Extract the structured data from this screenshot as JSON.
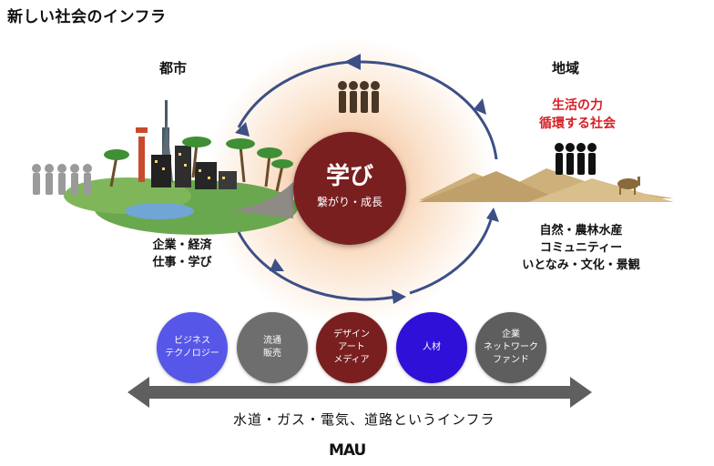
{
  "title": "新しい社会のインフラ",
  "city": {
    "heading": "都市",
    "items": "企業・経済\n仕事・学び"
  },
  "region": {
    "heading": "地域",
    "highlight": "生活の力\n循環する社会",
    "items": "自然・農林水産\nコミュニティー\nいとなみ・文化・景観"
  },
  "center": {
    "main": "学び",
    "sub": "繋がり・成長"
  },
  "bubbles": [
    {
      "label": "ビジネス\nテクノロジー",
      "color": "#5656e8"
    },
    {
      "label": "流通\n販売",
      "color": "#6e6e6e"
    },
    {
      "label": "デザイン\nアート\nメディア",
      "color": "#7a1f1f"
    },
    {
      "label": "人材",
      "color": "#2f10d8"
    },
    {
      "label": "企業\nネットワーク\nファンド",
      "color": "#5e5e5e"
    }
  ],
  "infrastructure": "水道・ガス・電気、道路というインフラ",
  "logo": "MAU",
  "colors": {
    "cycle_arrow": "#3d4f86",
    "center": "#7a1f1f",
    "highlight": "#d61f26",
    "infra_arrow": "#5f5f5f"
  }
}
